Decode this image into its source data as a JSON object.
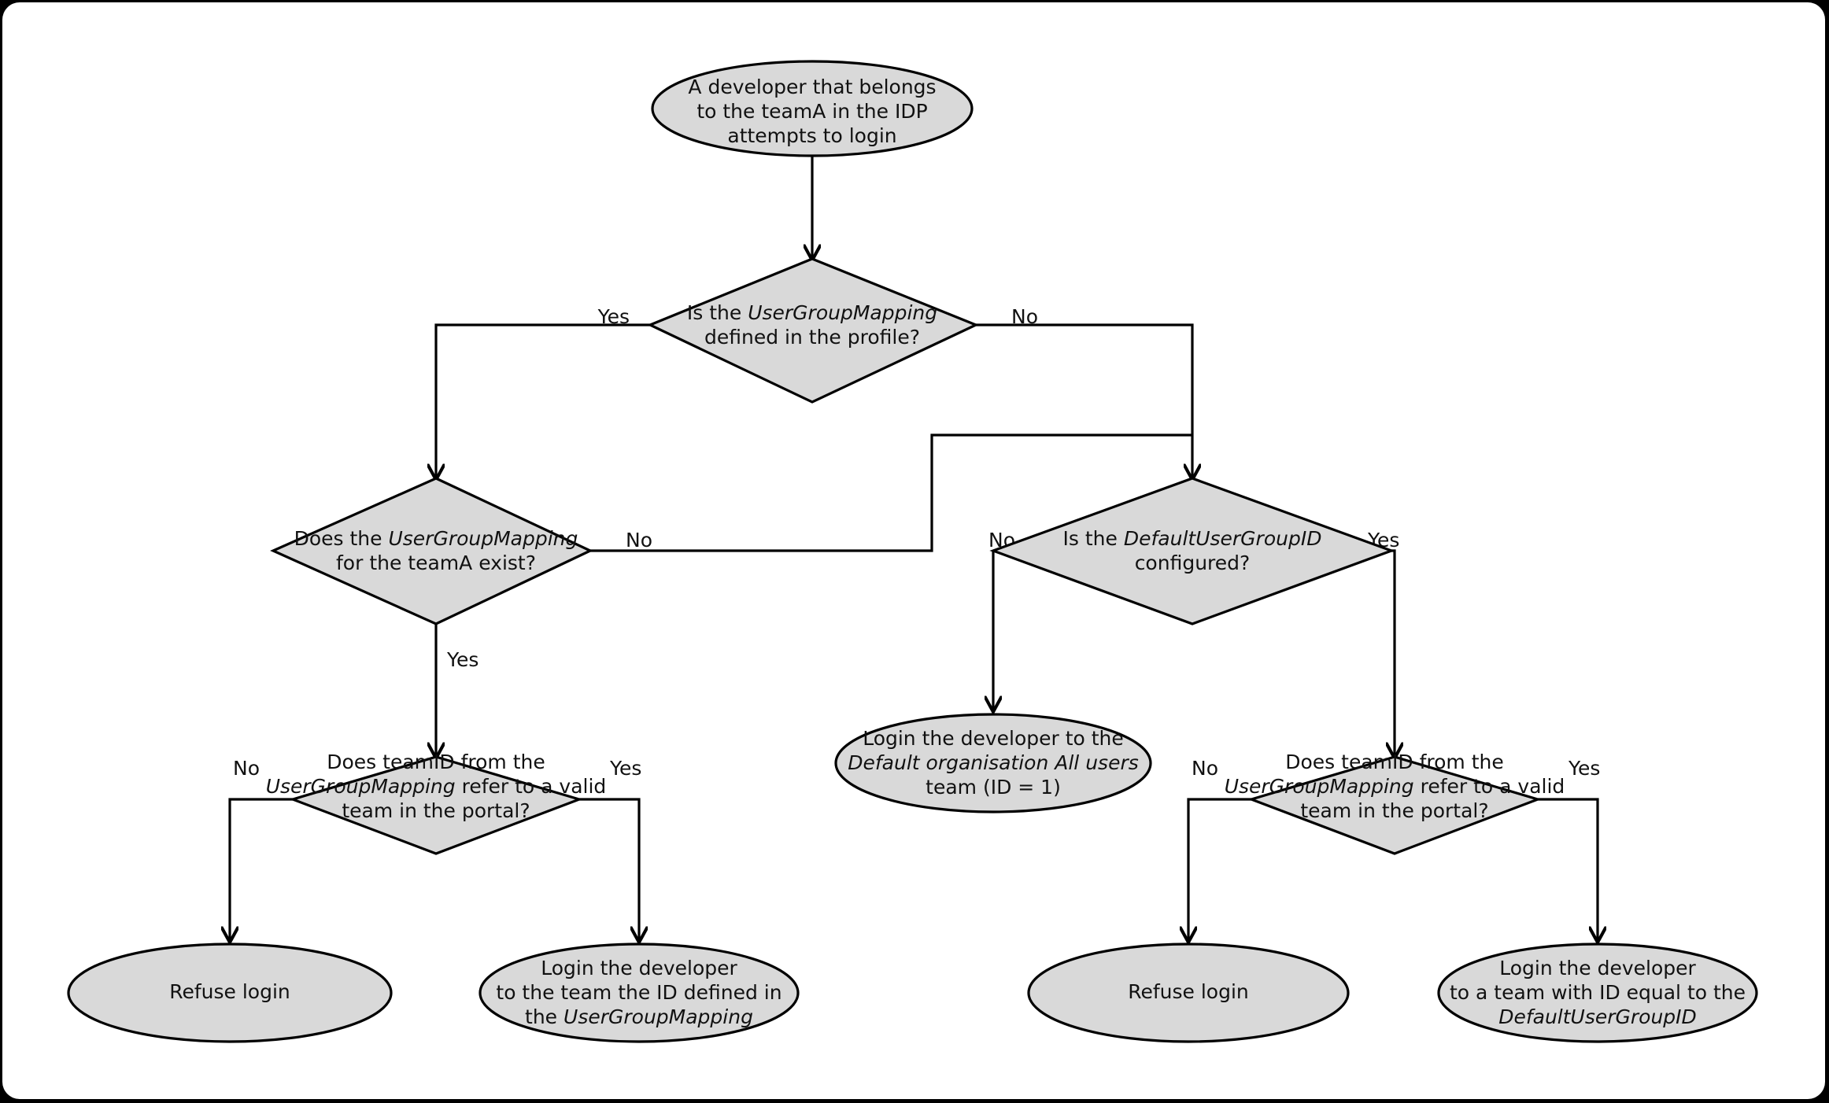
{
  "diagram": {
    "type": "flowchart",
    "title": "Developer login team-mapping decision flow",
    "colors": {
      "node_fill": "#d9d9d9",
      "node_stroke": "#000000",
      "edge_stroke": "#000000",
      "canvas_background": "#ffffff",
      "outer_background": "#000000",
      "text": "#111111"
    },
    "nodes": [
      {
        "id": "start",
        "shape": "ellipse",
        "lines": [
          [
            {
              "t": "A developer that belongs",
              "i": false
            }
          ],
          [
            {
              "t": "to the teamA in the IDP",
              "i": false
            }
          ],
          [
            {
              "t": "attempts to login",
              "i": false
            }
          ]
        ]
      },
      {
        "id": "d1",
        "shape": "diamond",
        "lines": [
          [
            {
              "t": "Is the ",
              "i": false
            },
            {
              "t": "UserGroupMapping",
              "i": true
            }
          ],
          [
            {
              "t": "defined in the profile?",
              "i": false
            }
          ]
        ]
      },
      {
        "id": "d2",
        "shape": "diamond",
        "lines": [
          [
            {
              "t": "Does the ",
              "i": false
            },
            {
              "t": "UserGroupMapping",
              "i": true
            }
          ],
          [
            {
              "t": "for the teamA exist?",
              "i": false
            }
          ]
        ]
      },
      {
        "id": "d3",
        "shape": "diamond",
        "lines": [
          [
            {
              "t": "Is the ",
              "i": false
            },
            {
              "t": "DefaultUserGroupID",
              "i": true
            }
          ],
          [
            {
              "t": "configured?",
              "i": false
            }
          ]
        ]
      },
      {
        "id": "d4",
        "shape": "diamond",
        "lines": [
          [
            {
              "t": "Does teamID from the",
              "i": false
            }
          ],
          [
            {
              "t": "UserGroupMapping",
              "i": true
            },
            {
              "t": " refer to a valid",
              "i": false
            }
          ],
          [
            {
              "t": "team in the portal?",
              "i": false
            }
          ]
        ]
      },
      {
        "id": "d5",
        "shape": "diamond",
        "lines": [
          [
            {
              "t": "Does teamID from the",
              "i": false
            }
          ],
          [
            {
              "t": "UserGroupMapping",
              "i": true
            },
            {
              "t": " refer to a valid",
              "i": false
            }
          ],
          [
            {
              "t": "team in the portal?",
              "i": false
            }
          ]
        ]
      },
      {
        "id": "e-default",
        "shape": "ellipse",
        "lines": [
          [
            {
              "t": "Login the developer to the",
              "i": false
            }
          ],
          [
            {
              "t": "Default organisation All users",
              "i": true
            }
          ],
          [
            {
              "t": "team (ID = 1)",
              "i": false
            }
          ]
        ]
      },
      {
        "id": "e-refuse-left",
        "shape": "ellipse",
        "lines": [
          [
            {
              "t": "Refuse login",
              "i": false
            }
          ]
        ]
      },
      {
        "id": "e-login-ugm",
        "shape": "ellipse",
        "lines": [
          [
            {
              "t": "Login the developer",
              "i": false
            }
          ],
          [
            {
              "t": "to the team the ID defined in",
              "i": false
            }
          ],
          [
            {
              "t": "the ",
              "i": false
            },
            {
              "t": "UserGroupMapping",
              "i": true
            }
          ]
        ]
      },
      {
        "id": "e-refuse-right",
        "shape": "ellipse",
        "lines": [
          [
            {
              "t": "Refuse login",
              "i": false
            }
          ]
        ]
      },
      {
        "id": "e-login-default",
        "shape": "ellipse",
        "lines": [
          [
            {
              "t": "Login the developer",
              "i": false
            }
          ],
          [
            {
              "t": "to a team with ID equal to the",
              "i": false
            }
          ],
          [
            {
              "t": "DefaultUserGroupID",
              "i": true
            }
          ]
        ]
      }
    ],
    "edge_labels": {
      "d1_yes": "Yes",
      "d1_no": "No",
      "d2_no": "No",
      "d2_yes": "Yes",
      "d3_no": "No",
      "d3_yes": "Yes",
      "d4_no": "No",
      "d4_yes": "Yes",
      "d5_no": "No",
      "d5_yes": "Yes"
    },
    "edges": [
      {
        "from": "start",
        "to": "d1",
        "label": ""
      },
      {
        "from": "d1",
        "to": "d2",
        "label": "Yes"
      },
      {
        "from": "d1",
        "to": "d3",
        "label": "No"
      },
      {
        "from": "d2",
        "to": "d3",
        "label": "No"
      },
      {
        "from": "d2",
        "to": "d4",
        "label": "Yes"
      },
      {
        "from": "d3",
        "to": "e-default",
        "label": "No"
      },
      {
        "from": "d3",
        "to": "d5",
        "label": "Yes"
      },
      {
        "from": "d4",
        "to": "e-refuse-left",
        "label": "No"
      },
      {
        "from": "d4",
        "to": "e-login-ugm",
        "label": "Yes"
      },
      {
        "from": "d5",
        "to": "e-refuse-right",
        "label": "No"
      },
      {
        "from": "d5",
        "to": "e-login-default",
        "label": "Yes"
      }
    ]
  }
}
